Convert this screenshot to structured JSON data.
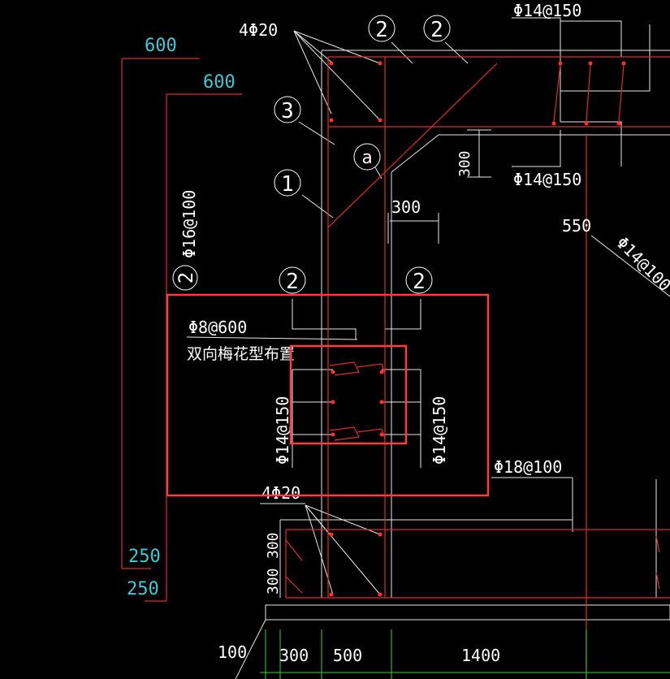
{
  "labels": {
    "dim_600_a": "600",
    "dim_600_b": "600",
    "bars_4phi20_top": "4Φ20",
    "bars_4phi20_bottom": "4Φ20",
    "stirrup_phi14_150_top": "Φ14@150",
    "stirrup_phi14_150_mid": "Φ14@150",
    "stirrup_phi14_150_left": "Φ14@150",
    "stirrup_phi14_150_right": "Φ14@150",
    "stirrup_phi14_100_diag": "Φ14@100",
    "wall_phi16_100": "Φ16@100",
    "tie_phi8_600": "Φ8@600",
    "tie_layout_note": "双向梅花型布置",
    "slab_phi18_100": "Φ18@100",
    "dim_300_haunch": "300",
    "dim_300_vert": "300",
    "dim_550": "550",
    "dim_250_a": "250",
    "dim_250_b": "250",
    "dim_300_bot_a": "300",
    "dim_300_bot_b": "300",
    "dim_100": "100",
    "dim_300_base": "300",
    "dim_500_base": "500",
    "dim_1400_base": "1400"
  },
  "markers": {
    "m2_top_a": "2",
    "m2_top_b": "2",
    "m3": "3",
    "ma": "a",
    "m1": "1",
    "m2_left": "2",
    "m2_mid_a": "2",
    "m2_mid_b": "2"
  },
  "colors": {
    "background": "#000000",
    "line_white": "#e8e8e8",
    "rebar_red": "#e12a2a",
    "dim_cyan": "#3fc9d8",
    "dim_green": "#27d63b",
    "highlight": "#ff3b3b"
  }
}
